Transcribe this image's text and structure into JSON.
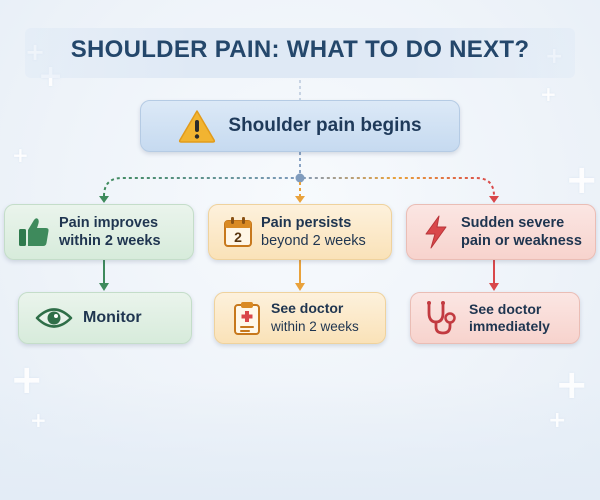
{
  "title": "SHOULDER PAIN: WHAT TO DO NEXT?",
  "colors": {
    "title": "#24476b",
    "green": "#3e8a5c",
    "orange": "#e9a23b",
    "red": "#d9474a",
    "connector_blue": "#7f9bbd"
  },
  "root": {
    "icon": "warning-icon",
    "label": "Shoulder pain begins"
  },
  "branches": [
    {
      "color": "green",
      "condition": {
        "icon": "thumbs-up-icon",
        "line1": "Pain improves",
        "line2": "within 2 weeks"
      },
      "action": {
        "icon": "eye-icon",
        "line1": "Monitor",
        "line2": ""
      }
    },
    {
      "color": "orange",
      "condition": {
        "icon": "calendar-icon",
        "calendar_number": "2",
        "line1": "Pain persists",
        "line2": "beyond 2 weeks"
      },
      "action": {
        "icon": "clipboard-icon",
        "line1": "See doctor",
        "line2": "within 2 weeks"
      }
    },
    {
      "color": "red",
      "condition": {
        "icon": "lightning-bolt-icon",
        "line1": "Sudden severe",
        "line2": "pain or weakness"
      },
      "action": {
        "icon": "stethoscope-icon",
        "line1": "See doctor",
        "line2": "immediately"
      }
    }
  ]
}
